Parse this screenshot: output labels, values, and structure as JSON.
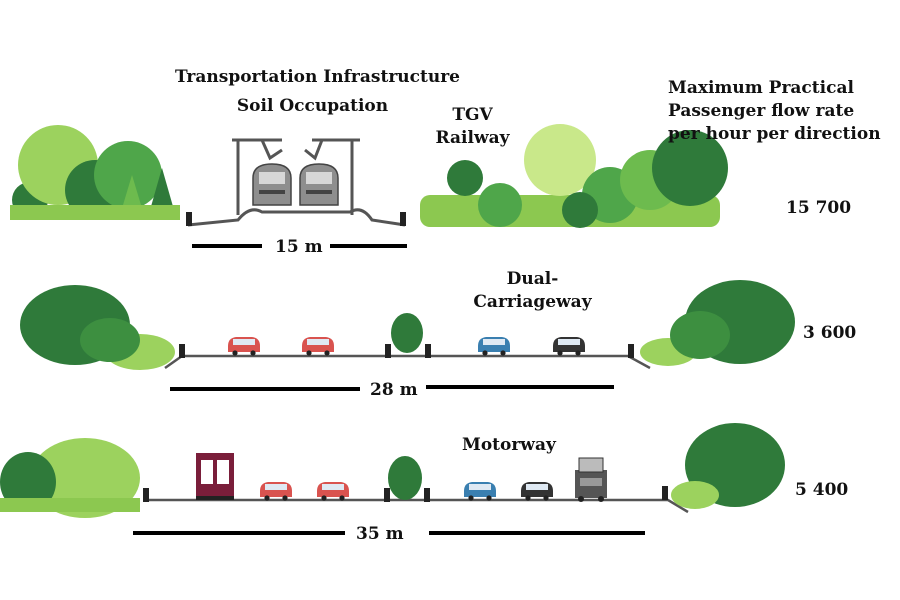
{
  "header": {
    "title_line1": "Transportation Infrastructure",
    "title_line2": "Soil Occupation",
    "flow_line1": "Maximum Practical",
    "flow_line2": "Passenger flow rate",
    "flow_line3": "per hour per direction"
  },
  "rows": [
    {
      "name_line1": "TGV",
      "name_line2": "Railway",
      "width": "15 m",
      "flow": "15 700"
    },
    {
      "name_line1": "Dual-",
      "name_line2": "Carriageway",
      "width": "28 m",
      "flow": "3 600"
    },
    {
      "name_line1": "Motorway",
      "name_line2": "",
      "width": "35 m",
      "flow": "5 400"
    }
  ],
  "colors": {
    "tree_dark": "#2f7a3a",
    "tree_mid": "#4fa64a",
    "tree_light": "#9cd25e",
    "grass": "#8cc850",
    "car_red": "#d9534f",
    "car_blue": "#3a7fb0",
    "car_dark": "#333333",
    "truck": "#7a1e3a"
  },
  "icons": [
    "tree-icon",
    "train-icon",
    "car-icon",
    "truck-icon",
    "bus-icon"
  ]
}
